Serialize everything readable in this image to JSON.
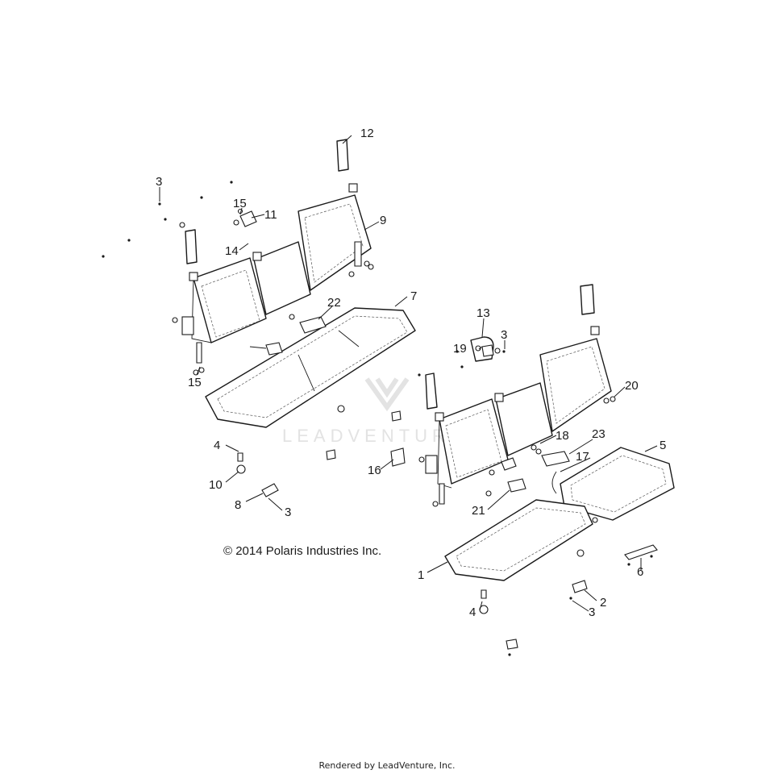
{
  "callouts": [
    "12",
    "3",
    "15",
    "11",
    "9",
    "14",
    "7",
    "22",
    "15",
    "13",
    "3",
    "19",
    "20",
    "18",
    "23",
    "5",
    "17",
    "4",
    "10",
    "8",
    "3",
    "16",
    "21",
    "1",
    "6",
    "2",
    "4",
    "3"
  ],
  "copyright": "© 2014 Polaris Industries Inc.",
  "watermark": "LEADVENTURE",
  "footer": "Rendered by LeadVenture, Inc."
}
